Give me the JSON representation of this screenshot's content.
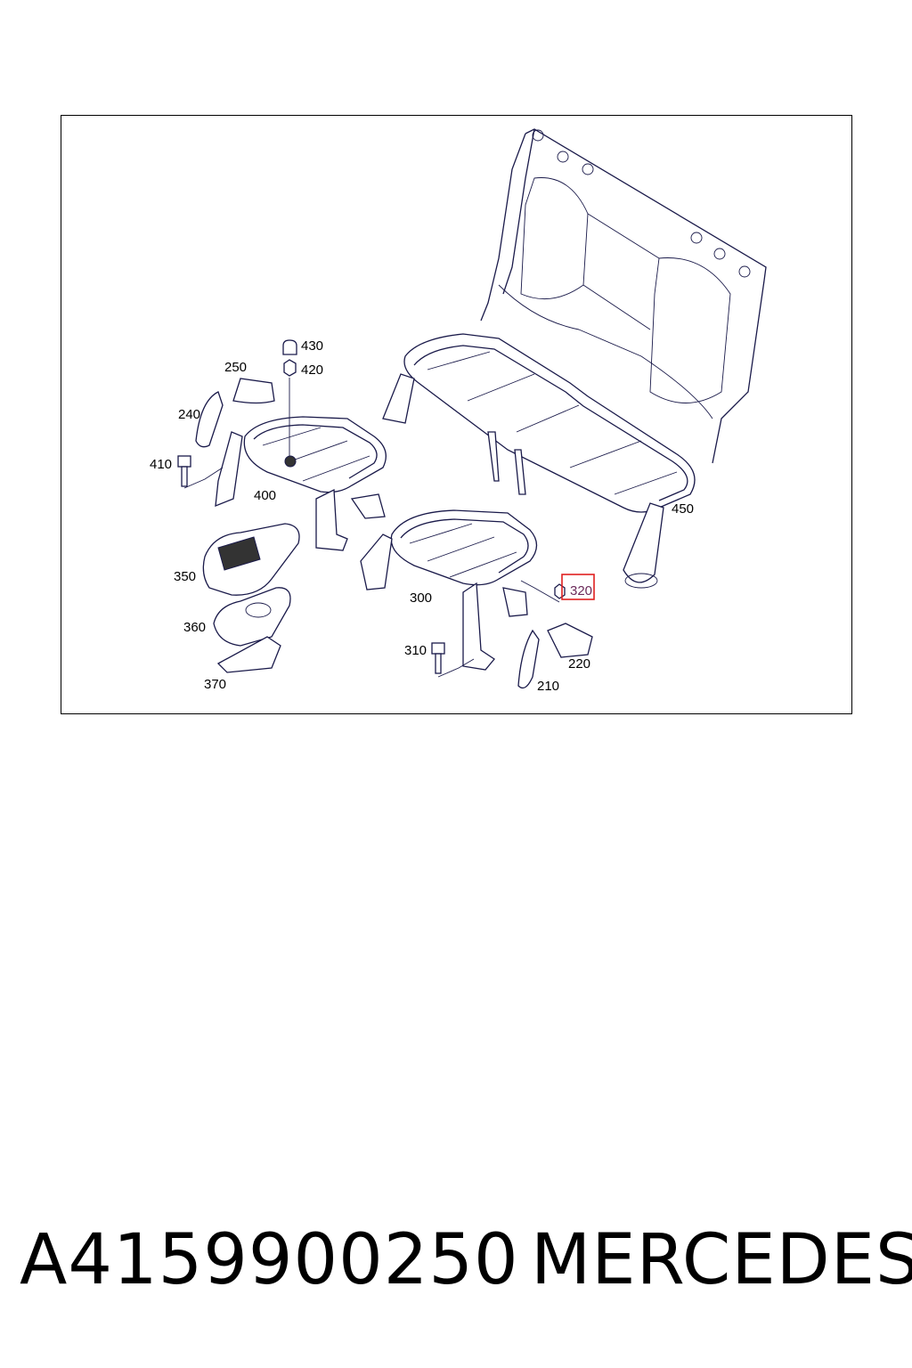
{
  "diagram": {
    "labels": {
      "p430": "430",
      "p420": "420",
      "p250": "250",
      "p240": "240",
      "p410": "410",
      "p400": "400",
      "p450": "450",
      "p350": "350",
      "p300": "300",
      "p320": "320",
      "p360": "360",
      "p310": "310",
      "p220": "220",
      "p370": "370",
      "p210": "210"
    },
    "highlight_label": "320",
    "highlight_color": "#e02020"
  },
  "footer": {
    "part_number": "A4159900250",
    "brand": "MERCEDES"
  }
}
